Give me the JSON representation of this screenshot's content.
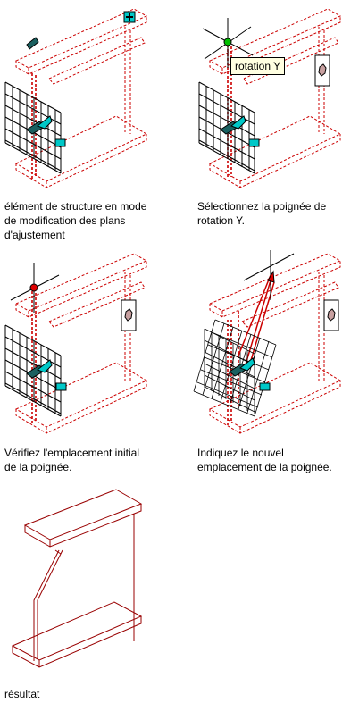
{
  "colors": {
    "dashed_member": "#cc0000",
    "solid_member": "#990000",
    "grid": "#000000",
    "grip_cyan": "#00c8c8",
    "grip_red": "#dd0000",
    "tooltip_bg": "#ffffe1"
  },
  "icons": [
    "grip-move-plus-icon",
    "grip-cyan-rectangle-icon",
    "grip-hexagon-icon",
    "rotation-y-grip-icon",
    "direction-arrow-icon"
  ],
  "steps": [
    {
      "caption_lines": [
        "élément de structure en mode",
        "de modification des plans",
        "d'ajustement"
      ]
    },
    {
      "caption_lines": [
        "Sélectionnez la poignée de",
        "rotation Y."
      ],
      "tooltip": "rotation Y"
    },
    {
      "caption_lines": [
        "Vérifiez l'emplacement initial",
        "de la poignée."
      ]
    },
    {
      "caption_lines": [
        "Indiquez le nouvel",
        "emplacement de la poignée."
      ]
    },
    {
      "caption_lines": [
        "résultat"
      ]
    }
  ]
}
